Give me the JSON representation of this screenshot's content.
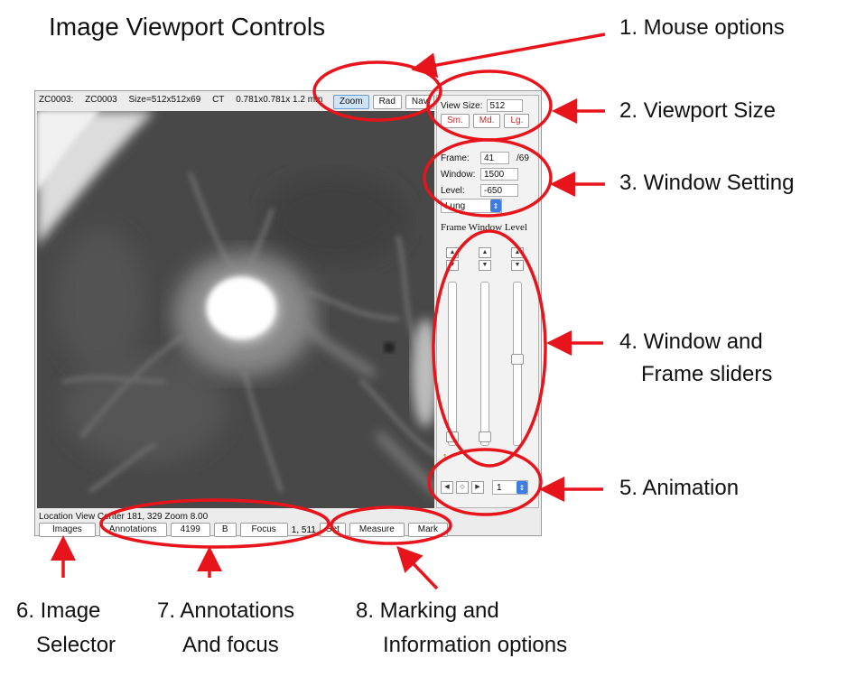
{
  "page_title": "Image Viewport Controls",
  "app": {
    "info": {
      "series_id": "ZC0003:",
      "series_name": "ZC0003",
      "size": "Size=512x512x69",
      "modality": "CT",
      "spacing": "0.781x0.781x 1.2 mm"
    },
    "mouse_buttons": [
      {
        "label": "Zoom",
        "active": true
      },
      {
        "label": "Rad",
        "active": false
      },
      {
        "label": "Nav",
        "active": false
      }
    ],
    "view_size": {
      "label": "View Size:",
      "value": "512",
      "sm": "Sm.",
      "md": "Md.",
      "lg": "Lg."
    },
    "window": {
      "frame_label": "Frame:",
      "frame_value": "41",
      "frame_total": "/69",
      "window_label": "Window:",
      "window_value": "1500",
      "level_label": "Level:",
      "level_value": "-650",
      "preset": "Lung"
    },
    "slider_header": "Frame Window Level",
    "slider_min_label": "1",
    "animation": {
      "step_value": "1"
    },
    "status": "Location View Center 181, 329 Zoom 8.00",
    "bottom": {
      "images": "Images",
      "annotations": "Annotations",
      "annot_id": "4199",
      "b": "B",
      "focus": "Focus",
      "focus_coords": "1, 511",
      "set": "Set",
      "measure": "Measure",
      "mark": "Mark"
    }
  },
  "callouts": {
    "c1": "1. Mouse options",
    "c2": "2. Viewport Size",
    "c3": "3. Window Setting",
    "c4_line1": "4. Window and",
    "c4_line2": "Frame sliders",
    "c5": "5. Animation",
    "c6_line1": "6. Image",
    "c6_line2": "Selector",
    "c7_line1": "7. Annotations",
    "c7_line2": "And focus",
    "c8_line1": "8. Marking and",
    "c8_line2": "Information options"
  },
  "colors": {
    "annotation": "#e8141c",
    "accent_blue": "#3d7de0",
    "slider_label": "#d07c00"
  },
  "icons": [
    "up-arrow-icon",
    "down-arrow-icon",
    "step-back-icon",
    "play-toggle-icon",
    "step-forward-icon",
    "stepper-icon"
  ]
}
